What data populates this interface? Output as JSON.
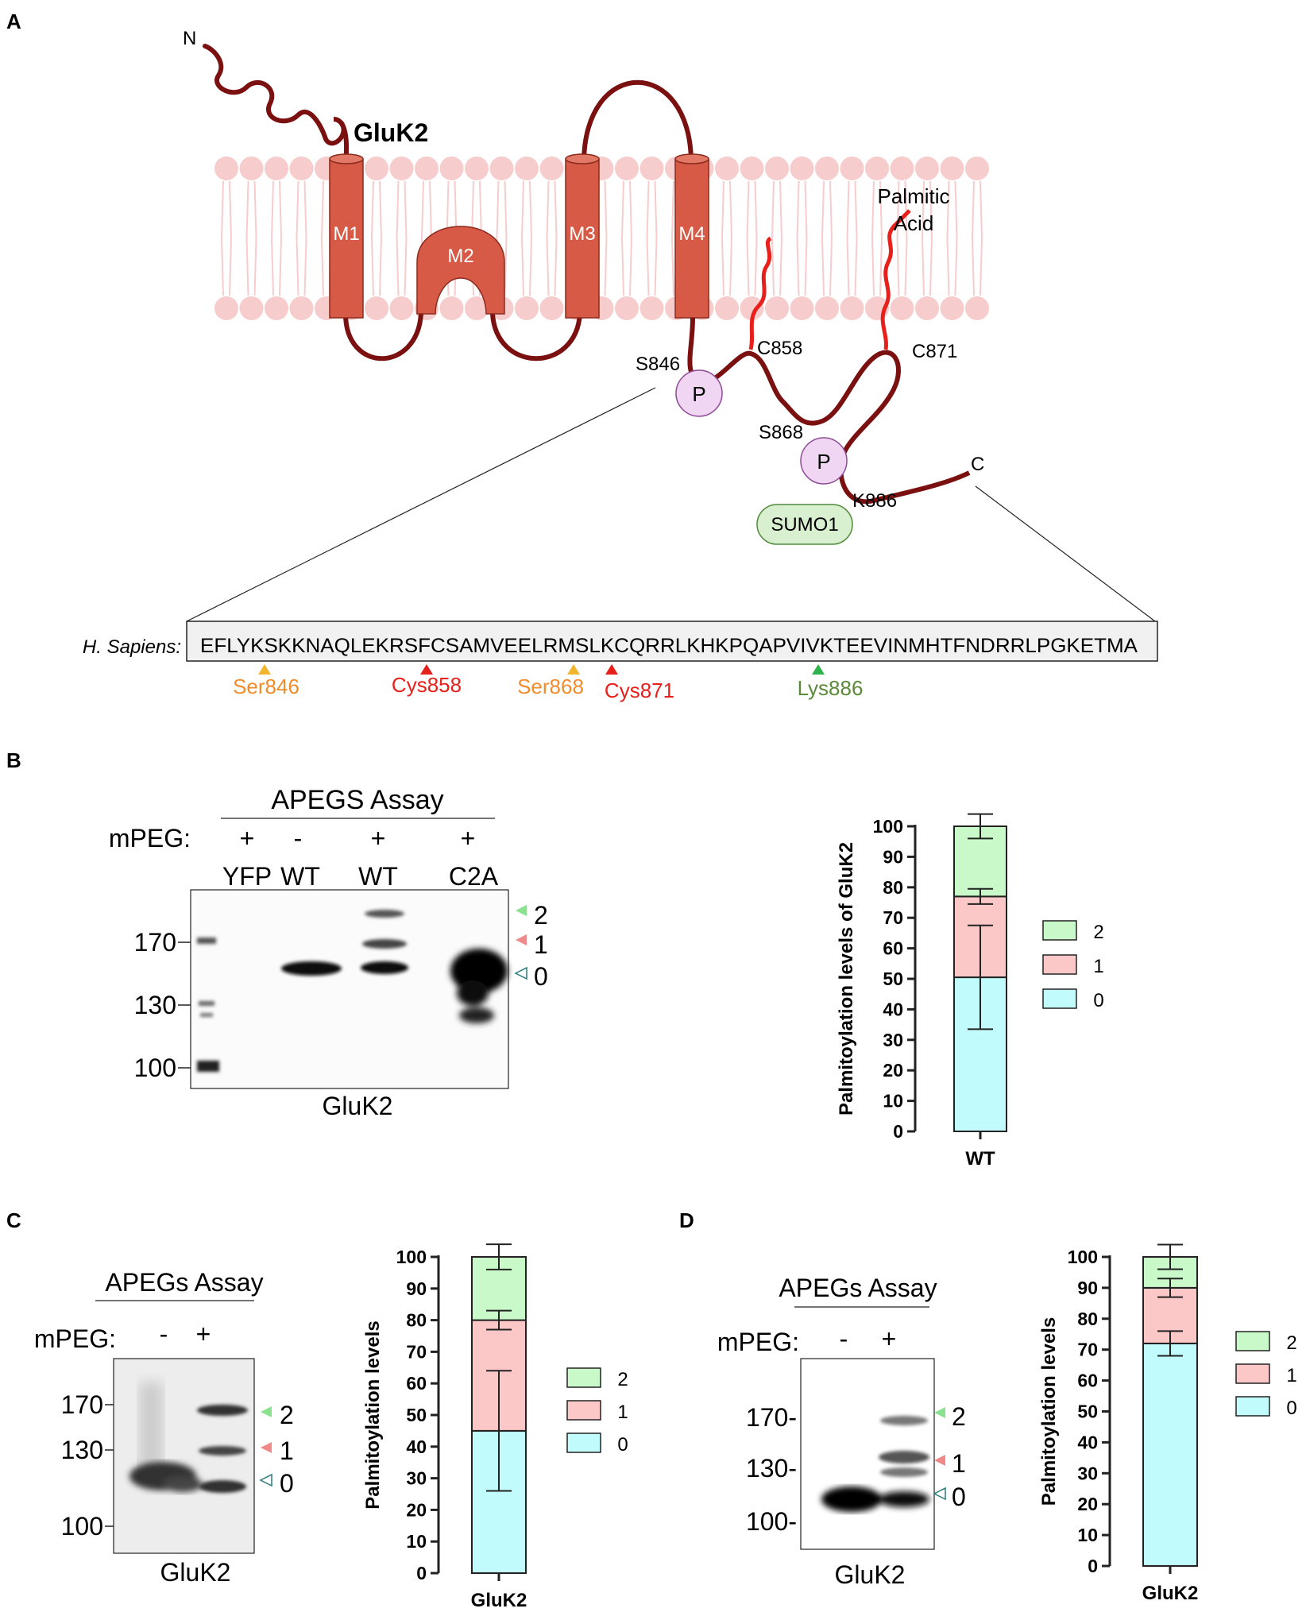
{
  "panels": {
    "A": {
      "letter": "A",
      "n_term": "N",
      "c_term": "C",
      "protein": "GluK2",
      "helices": [
        "M1",
        "M2",
        "M3",
        "M4"
      ],
      "palmitic_label_1": "Palmitic",
      "palmitic_label_2": "Acid",
      "sites": {
        "s846": "S846",
        "c858": "C858",
        "s868": "S868",
        "c871": "C871",
        "k886": "K886"
      },
      "phospho": "P",
      "sumo": "SUMO1",
      "species": "H. Sapiens:",
      "sequence": "EFLYKSKKNAQLEKRSFCSAMVEELRMSLKCQRRLKHKPQAPVIVKTEEVINMHTFNDRRLPGKETMA",
      "markers": [
        {
          "label": "Ser846",
          "color": "#f08c2c",
          "tri": "#f2b62e"
        },
        {
          "label": "Cys858",
          "color": "#e8201c",
          "tri": "#e8201c"
        },
        {
          "label": "Ser868",
          "color": "#f08c2c",
          "tri": "#f2b62e"
        },
        {
          "label": "Cys871",
          "color": "#e8201c",
          "tri": "#e8201c"
        },
        {
          "label": "Lys886",
          "color": "#5a8a3a",
          "tri": "#2db34a"
        }
      ]
    },
    "B": {
      "letter": "B",
      "assay": "APEGS Assay",
      "mpeg_label": "mPEG:",
      "lanes": [
        {
          "mpeg": "+",
          "name": "YFP"
        },
        {
          "mpeg": "-",
          "name": "WT"
        },
        {
          "mpeg": "+",
          "name": "WT"
        },
        {
          "mpeg": "+",
          "name": "C2A"
        }
      ],
      "mw": [
        "170",
        "130",
        "100"
      ],
      "blot_label": "GluK2",
      "band_labels": [
        "2",
        "1",
        "0"
      ]
    },
    "C": {
      "letter": "C",
      "assay": "APEGs Assay",
      "mpeg_label": "mPEG:",
      "lanes": [
        "-",
        "+"
      ],
      "mw": [
        "170",
        "130",
        "100"
      ],
      "blot_label": "GluK2",
      "band_labels": [
        "2",
        "1",
        "0"
      ]
    },
    "D": {
      "letter": "D",
      "assay": "APEGs Assay",
      "mpeg_label": "mPEG:",
      "lanes": [
        "-",
        "+"
      ],
      "mw": [
        "170-",
        "130-",
        "100-"
      ],
      "blot_label": "GluK2",
      "band_labels": [
        "2",
        "1",
        "0"
      ]
    }
  },
  "colors": {
    "state0": "#c2fbfb",
    "state1": "#fbc7c7",
    "state2": "#c9f9c9",
    "helix": "#d65a45",
    "chain": "#7b1010",
    "palm": "#e8201c",
    "lipid": "#f6cccc"
  },
  "chart_data": [
    {
      "panel": "B",
      "type": "bar",
      "stacked": true,
      "categories": [
        "WT"
      ],
      "ylabel": "Palmitoylation levels of GluK2",
      "ylim": [
        0,
        100
      ],
      "yticks": [
        "0",
        "10",
        "20",
        "30",
        "40",
        "50",
        "60",
        "70",
        "80",
        "90",
        "100"
      ],
      "legend": [
        "2",
        "1",
        "0"
      ],
      "series": [
        {
          "name": "0",
          "values": [
            50.5
          ],
          "err": [
            17
          ]
        },
        {
          "name": "1",
          "values": [
            26.5
          ],
          "err": [
            2.5
          ]
        },
        {
          "name": "2",
          "values": [
            23
          ],
          "err": [
            4
          ]
        }
      ]
    },
    {
      "panel": "C",
      "type": "bar",
      "stacked": true,
      "categories": [
        "GluK2"
      ],
      "ylabel": "Palmitoylation levels",
      "ylim": [
        0,
        100
      ],
      "yticks": [
        "0",
        "10",
        "20",
        "30",
        "40",
        "50",
        "60",
        "70",
        "80",
        "90",
        "100"
      ],
      "legend": [
        "2",
        "1",
        "0"
      ],
      "series": [
        {
          "name": "0",
          "values": [
            45
          ],
          "err": [
            19
          ]
        },
        {
          "name": "1",
          "values": [
            35
          ],
          "err": [
            3
          ]
        },
        {
          "name": "2",
          "values": [
            20
          ],
          "err": [
            4
          ]
        }
      ]
    },
    {
      "panel": "D",
      "type": "bar",
      "stacked": true,
      "categories": [
        "GluK2"
      ],
      "ylabel": "Palmitoylation levels",
      "ylim": [
        0,
        100
      ],
      "yticks": [
        "0",
        "10",
        "20",
        "30",
        "40",
        "50",
        "60",
        "70",
        "80",
        "90",
        "100"
      ],
      "legend": [
        "2",
        "1",
        "0"
      ],
      "series": [
        {
          "name": "0",
          "values": [
            72
          ],
          "err": [
            4
          ]
        },
        {
          "name": "1",
          "values": [
            18
          ],
          "err": [
            3
          ]
        },
        {
          "name": "2",
          "values": [
            10
          ],
          "err": [
            4
          ]
        }
      ]
    }
  ]
}
